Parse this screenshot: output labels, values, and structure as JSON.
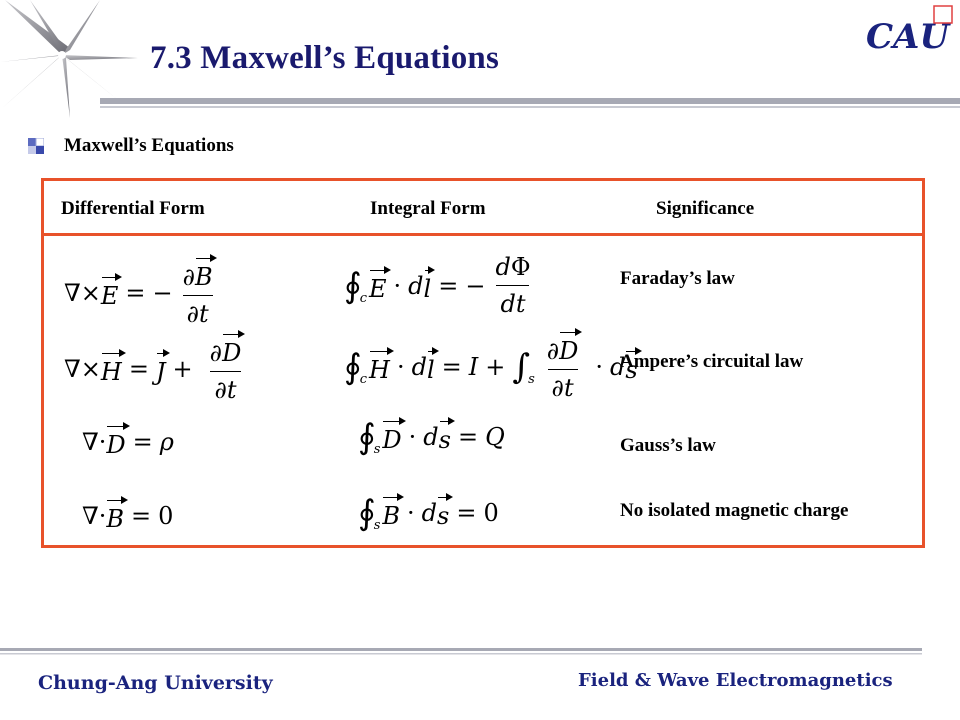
{
  "slide": {
    "title": "7.3 Maxwell’s Equations",
    "logo_text": "CAU",
    "bullet": "Maxwell’s Equations"
  },
  "table": {
    "headers": [
      "Differential Form",
      "Integral Form",
      "Significance"
    ],
    "rows": [
      {
        "significance": "Faraday’s law"
      },
      {
        "significance": "Ampere’s circuital law"
      },
      {
        "significance": "Gauss’s law"
      },
      {
        "significance": "No isolated magnetic charge"
      }
    ],
    "border_color": "#e8522a"
  },
  "footer": {
    "left": "Chung-Ang University",
    "right": "Field & Wave Electromagnetics",
    "text_color": "#1a237e"
  }
}
